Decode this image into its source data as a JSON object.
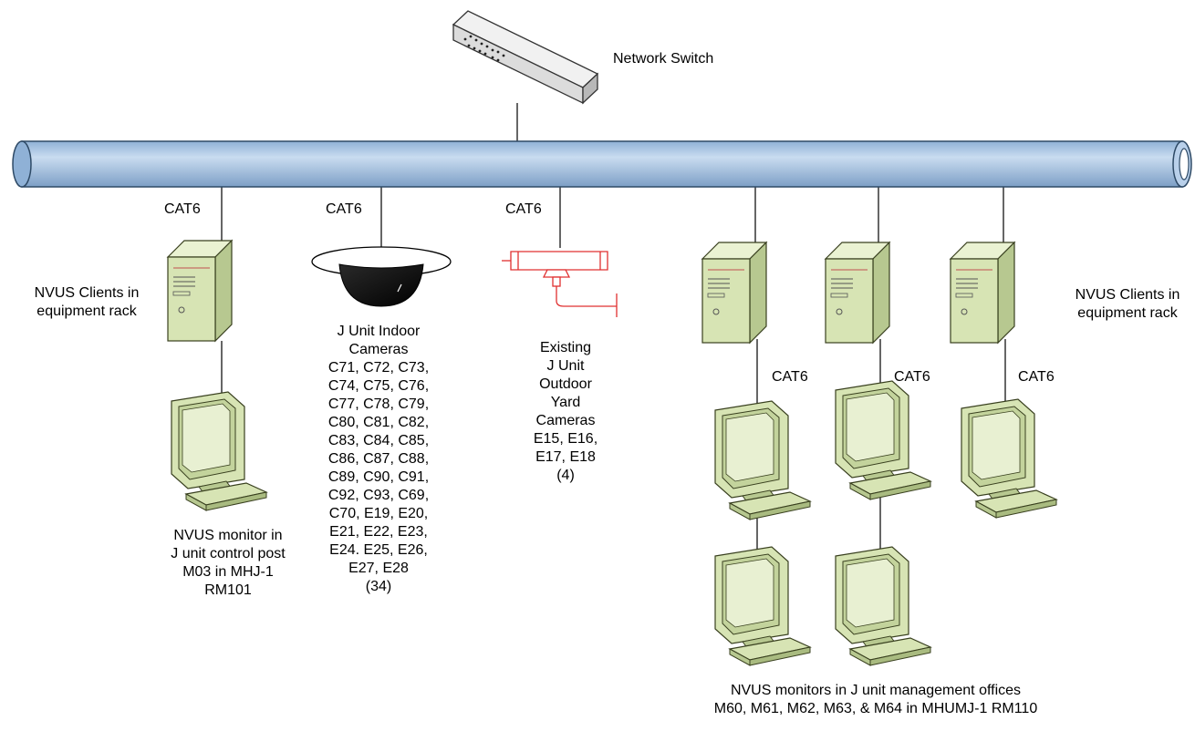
{
  "colors": {
    "pipe": "#a6c4e4",
    "pipe_edge": "#2e4a66",
    "device_fill": "#d7e4b4",
    "device_edge": "#39401f",
    "outdoor_camera": "#e03030",
    "dome_camera": "#000000"
  },
  "icons": {
    "switch": "network-switch-icon",
    "server": "server-tower-icon",
    "monitor": "crt-monitor-icon",
    "dome": "dome-camera-icon",
    "outdoor": "outdoor-camera-icon"
  },
  "labels": {
    "switch": "Network Switch",
    "cable": "CAT6",
    "nvus_clients_left": [
      "NVUS Clients in",
      "equipment rack"
    ],
    "nvus_clients_right": [
      "NVUS Clients in",
      "equipment rack"
    ],
    "monitor_left": [
      "NVUS monitor in",
      "J unit control post",
      "M03 in MHJ-1",
      "RM101"
    ],
    "indoor_cameras": [
      "J Unit Indoor",
      "Cameras",
      "C71, C72, C73,",
      "C74, C75, C76,",
      "C77, C78, C79,",
      "C80, C81, C82,",
      "C83, C84, C85,",
      "C86, C87, C88,",
      "C89, C90, C91,",
      "C92, C93, C69,",
      "C70, E19, E20,",
      "E21, E22, E23,",
      "E24. E25, E26,",
      "E27, E28",
      "(34)"
    ],
    "outdoor_cameras": [
      "Existing",
      "J Unit",
      "Outdoor",
      "Yard",
      "Cameras",
      "E15, E16,",
      "E17, E18",
      "(4)"
    ],
    "management_monitors": [
      "NVUS monitors in J unit management offices",
      "M60, M61, M62, M63, & M64 in MHUMJ-1 RM110"
    ]
  }
}
